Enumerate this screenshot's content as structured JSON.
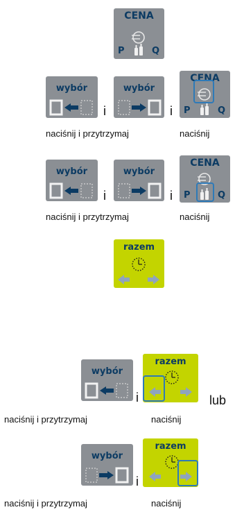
{
  "keys": {
    "cena_label": "CENA",
    "cena_p": "P",
    "cena_q": "Q",
    "wybor_label": "wybór",
    "razem_label": "razem"
  },
  "connector": "i",
  "or_word": "lub",
  "captions": {
    "press_and_hold": "naciśnij i przytrzymaj",
    "press": "naciśnij"
  },
  "colors": {
    "key_gray": "#8b8f94",
    "key_lime": "#c3d400",
    "key_text": "#0c3b63",
    "highlight": "#2e7ab8"
  }
}
